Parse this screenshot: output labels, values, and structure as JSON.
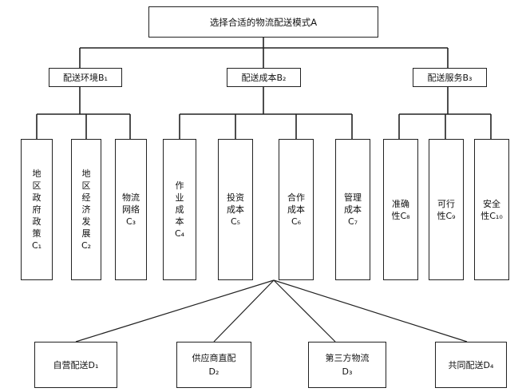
{
  "goal": {
    "label": "选择合适的物流配送模式A"
  },
  "criteria": [
    {
      "label": "配送环境B₁"
    },
    {
      "label": "配送成本B₂"
    },
    {
      "label": "配送服务B₃"
    }
  ],
  "subcriteria": [
    {
      "lines": [
        "地",
        "区",
        "政",
        "府",
        "政",
        "策",
        "C₁"
      ]
    },
    {
      "lines": [
        "地",
        "区",
        "经",
        "济",
        "发",
        "展",
        "C₂"
      ]
    },
    {
      "lines": [
        "物流",
        "网络",
        "C₃"
      ]
    },
    {
      "lines": [
        "作",
        "业",
        "成",
        "本",
        "C₄"
      ]
    },
    {
      "lines": [
        "投资",
        "成本",
        "C₅"
      ]
    },
    {
      "lines": [
        "合作",
        "成本",
        "C₆"
      ]
    },
    {
      "lines": [
        "管理",
        "成本",
        "C₇"
      ]
    },
    {
      "lines": [
        "准确",
        "性C₈"
      ]
    },
    {
      "lines": [
        "可行",
        "性C₉"
      ]
    },
    {
      "lines": [
        "安全",
        "性C₁₀"
      ]
    }
  ],
  "alternatives": [
    {
      "lines": [
        "自营配送D₁"
      ]
    },
    {
      "lines": [
        "供应商直配",
        "D₂"
      ]
    },
    {
      "lines": [
        "第三方物流",
        "D₃"
      ]
    },
    {
      "lines": [
        "共同配送D₄"
      ]
    }
  ]
}
